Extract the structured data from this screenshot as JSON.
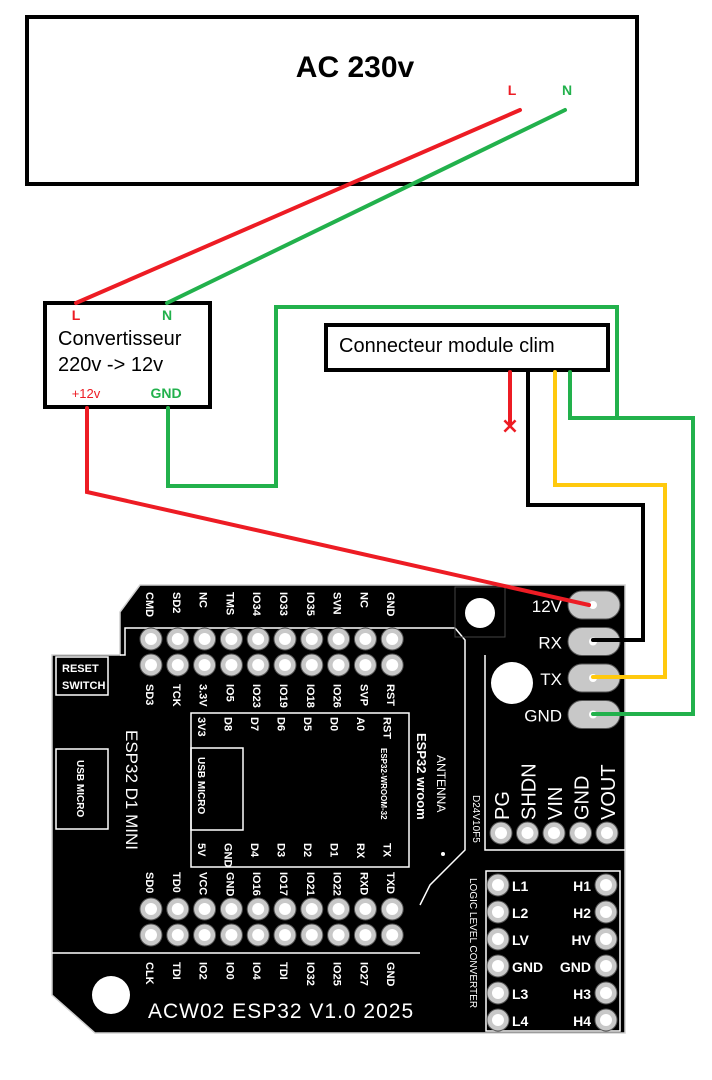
{
  "colors": {
    "live": "#ed1c24",
    "neutral": "#22b14c",
    "rx_wire": "#000000",
    "tx_wire": "#ffc90e",
    "pcb": "#000000",
    "pad": "#c8c8c8",
    "silk": "#ffffff"
  },
  "ac_source": {
    "title": "AC 230v",
    "live_label": "L",
    "neutral_label": "N"
  },
  "converter": {
    "line1": "Convertisseur",
    "line2": "220v -> 12v",
    "in_live_label": "L",
    "in_neutral_label": "N",
    "out_plus_label": "+12v",
    "out_gnd_label": "GND"
  },
  "clim_connector": {
    "title": "Connecteur module clim",
    "unused_wire_marker": "×"
  },
  "pcb": {
    "board_title": "ACW02 ESP32 V1.0 2025",
    "d1_mini_label": "ESP32 D1 MINI",
    "reset_switch_line1": "RESET",
    "reset_switch_line2": "SWITCH",
    "usb_micro_left": "USB MICRO",
    "usb_micro_inner": "USB MICRO",
    "wroom_label": "ESP32 wroom",
    "antenna_label": "ANTENNA",
    "wroom_module_label": "ESP32-WROOM-32",
    "regulator_label": "D24V10F5",
    "llc_label": "LOGIC LEVEL CONVERTER",
    "top_header_top_labels": [
      "CMD",
      "SD2",
      "NC",
      "TMS",
      "IO34",
      "IO33",
      "IO35",
      "SVN",
      "NC",
      "GND"
    ],
    "top_header_bottom_labels": [
      "SD3",
      "TCK",
      "3.3V",
      "IO5",
      "IO23",
      "IO19",
      "IO18",
      "IO26",
      "SVP",
      "RST"
    ],
    "d1_inner_top_labels": [
      "3V3",
      "D8",
      "D7",
      "D6",
      "D5",
      "D0",
      "A0",
      "RST"
    ],
    "d1_inner_bottom_labels": [
      "5V",
      "GND",
      "D4",
      "D3",
      "D2",
      "D1",
      "RX",
      "TX"
    ],
    "bottom_header_top_labels": [
      "SD0",
      "TD0",
      "VCC",
      "GND",
      "IO16",
      "IO17",
      "IO21",
      "IO22",
      "RXD",
      "TXD"
    ],
    "bottom_header_bottom_labels": [
      "CLK",
      "TDI",
      "IO2",
      "IO0",
      "IO4",
      "TDI",
      "IO32",
      "IO25",
      "IO27",
      "GND"
    ],
    "connector_pins": [
      "12V",
      "RX",
      "TX",
      "GND"
    ],
    "regulator_pins": [
      "PG",
      "SHDN",
      "VIN",
      "GND",
      "VOUT"
    ],
    "llc_left_pins": [
      "L1",
      "L2",
      "LV",
      "GND",
      "L3",
      "L4"
    ],
    "llc_right_pins": [
      "H1",
      "H2",
      "HV",
      "GND",
      "H3",
      "H4"
    ]
  }
}
